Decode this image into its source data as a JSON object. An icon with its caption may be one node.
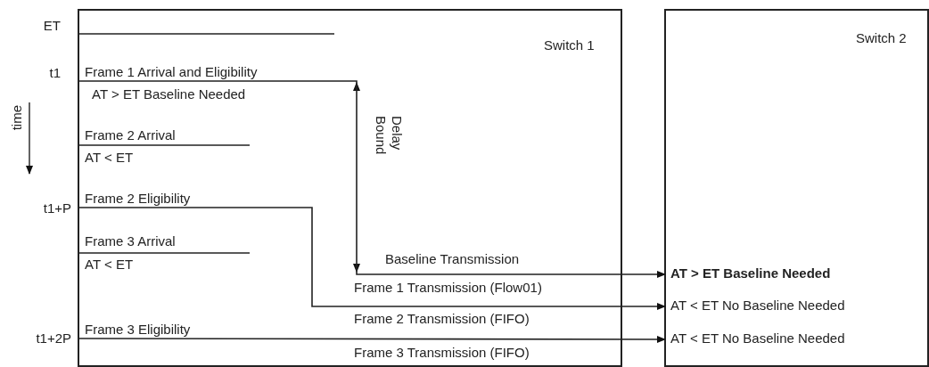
{
  "diagram": {
    "nodes": [
      {
        "text": [
          "Switch 1"
        ]
      },
      {
        "text": [
          "Switch 2"
        ]
      },
      {
        "text": [
          "Frame 1 Arrival and Eligibility"
        ],
        "in": 0
      },
      {
        "text": [
          "Frame 2 Eligibility"
        ],
        "in": 0
      },
      {
        "text": [
          "Frame 3 Eligibility"
        ],
        "in": 0
      },
      {
        "text": [
          "AT > ET Baseline Needed"
        ],
        "in": 1
      },
      {
        "text": [
          "AT < ET No Baseline Needed"
        ],
        "in": 1
      },
      {
        "text": [
          "AT < ET No Baseline Needed"
        ],
        "in": 1
      }
    ],
    "edges": [
      {
        "from": 2,
        "to": 5,
        "arrow": "to",
        "label": "Baseline Transmission"
      },
      {
        "from": 3,
        "to": 6,
        "arrow": "to"
      },
      {
        "from": 4,
        "to": 7,
        "arrow": "to"
      }
    ],
    "labels": [
      "ET",
      "t1",
      "AT > ET Baseline Needed",
      "time",
      "Frame 2 Arrival",
      "AT < ET",
      "Delay Bound",
      "t1+P",
      "Frame 3 Arrival",
      "AT < ET",
      "Frame 1 Transmission (Flow01)",
      "Frame 2 Transmission (FIFO)",
      "t1+2P",
      "Frame 3 Transmission (FIFO)"
    ]
  }
}
